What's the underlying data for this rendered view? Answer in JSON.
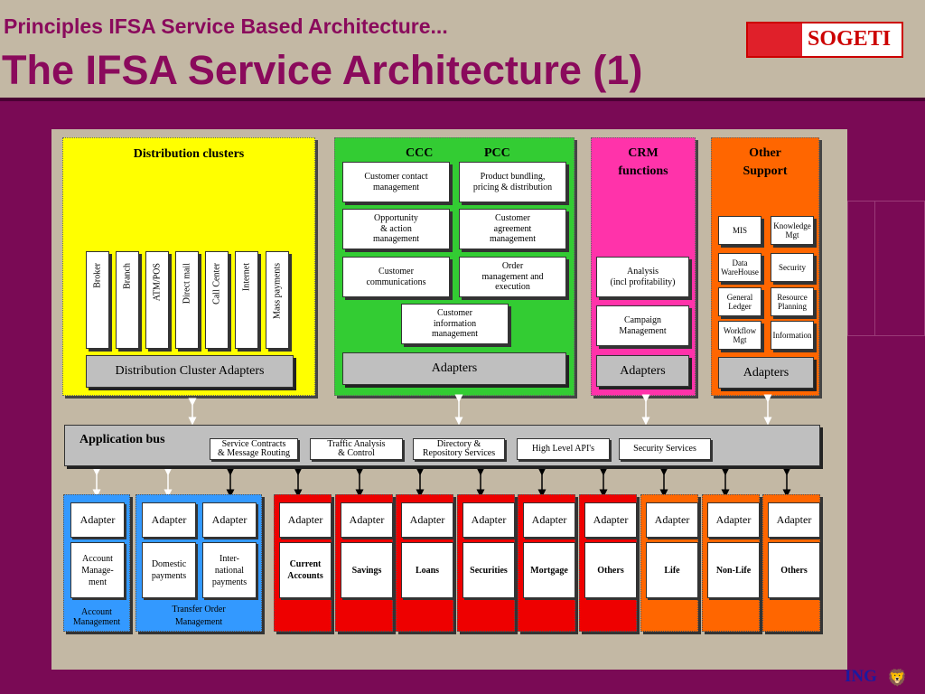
{
  "header": {
    "subtitle": "Principles IFSA Service Based Architecture...",
    "title": "The IFSA Service Architecture (1)"
  },
  "logo": {
    "text": "SOGETI",
    "brand_color": "#e0202a"
  },
  "distribution": {
    "title": "Distribution clusters",
    "channels": [
      "Broker",
      "Branch",
      "ATM/POS",
      "Direct mail",
      "Call Center",
      "Internet",
      "Mass payments"
    ],
    "adapters": "Distribution Cluster Adapters",
    "color": "#ffff00"
  },
  "ccc_pcc": {
    "ccc_label": "CCC",
    "pcc_label": "PCC",
    "boxes": [
      "Customer contact\nmanagement",
      "Product bundling,\npricing & distribution",
      "Opportunity\n& action\nmanagement",
      "Customer\nagreement\nmanagement",
      "Customer\ncommunications",
      "Order\nmanagement and\nexecution",
      "Customer\ninformation\nmanagement"
    ],
    "adapters": "Adapters",
    "color": "#33cc33"
  },
  "crm": {
    "title": "CRM\nfunctions",
    "boxes": [
      "Analysis\n(incl profitability)",
      "Campaign\nManagement"
    ],
    "adapters": "Adapters",
    "color": "#ff33aa"
  },
  "other": {
    "title": "Other\nSupport",
    "boxes": [
      "MIS",
      "Knowledge\nMgt",
      "Data\nWareHouse",
      "Security",
      "General\nLedger",
      "Resource\nPlanning",
      "Workflow\nMgt",
      "Information"
    ],
    "adapters": "Adapters",
    "color": "#ff6600"
  },
  "bus": {
    "title": "Application bus",
    "items": [
      "Service Contracts\n& Message Routing",
      "Traffic Analysis\n& Control",
      "Directory &\nRepository Services",
      "High Level API's",
      "Security Services"
    ]
  },
  "products": {
    "adapter_label": "Adapter",
    "account": {
      "box": "Account\nManage-\nment",
      "caption": "Account\nManagement"
    },
    "transfer": {
      "boxes": [
        "Domestic\npayments",
        "Inter-\nnational\npayments"
      ],
      "caption": "Transfer Order\nManagement"
    },
    "red": [
      "Current\nAccounts",
      "Savings",
      "Loans",
      "Securities",
      "Mortgage",
      "Others"
    ],
    "orange": [
      "Life",
      "Non-Life",
      "Others"
    ],
    "colors": {
      "blue": "#3399ff",
      "red": "#ee0000",
      "orange": "#ff6600"
    }
  },
  "footer": {
    "brand": "ING"
  }
}
